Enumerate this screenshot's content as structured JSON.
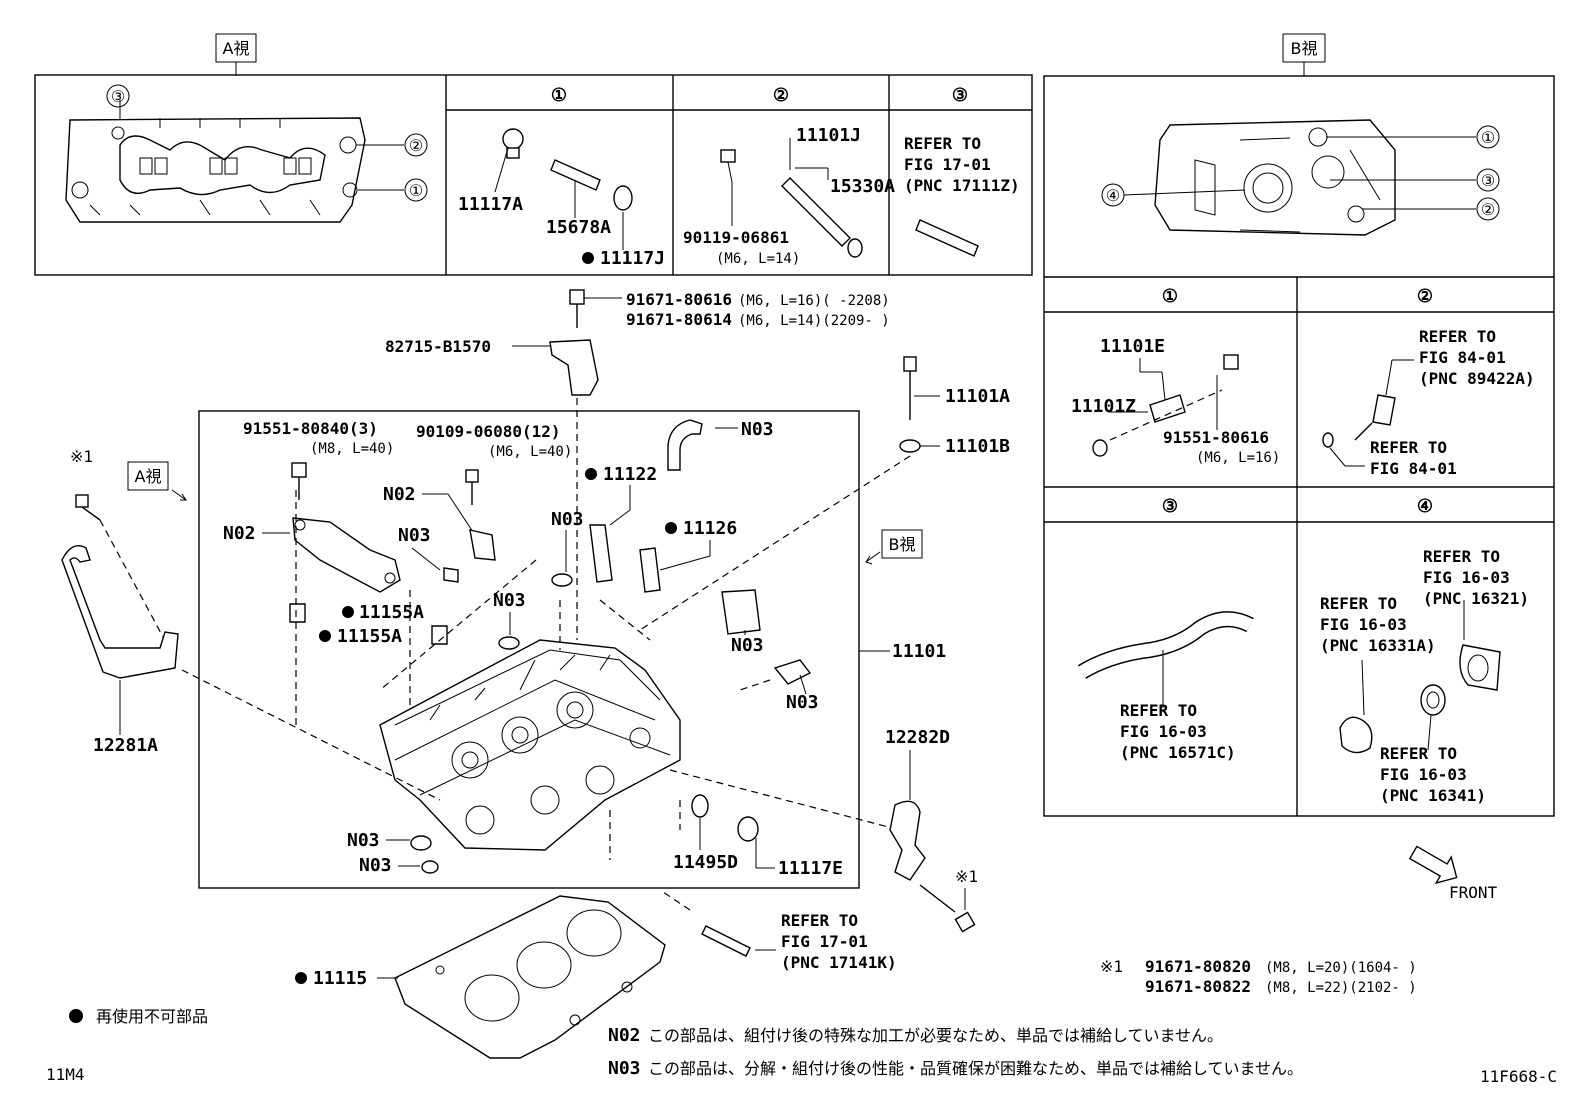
{
  "views": {
    "a_tag": "A視",
    "b_tag": "B視"
  },
  "panel_a": {
    "circle_labels": [
      "①",
      "②",
      "③"
    ],
    "sub1": {
      "part1": "11117A",
      "part2": "15678A",
      "part3": "11117J"
    },
    "sub2": {
      "part1": "11101J",
      "part2": "15330A",
      "part3": "90119-06861",
      "part3_spec": "(M6, L=14)"
    },
    "sub3": {
      "l1": "REFER TO",
      "l2": "FIG 17-01",
      "l3": "(PNC 17111Z)"
    }
  },
  "panel_b": {
    "circle_labels": [
      "①",
      "②",
      "③",
      "④"
    ],
    "sub1": {
      "part1": "11101E",
      "part2": "11101Z",
      "part3": "91551-80616",
      "part3_spec": "(M6, L=16)"
    },
    "sub2": {
      "r1_l1": "REFER TO",
      "r1_l2": "FIG 84-01",
      "r1_l3": "(PNC 89422A)",
      "r2_l1": "REFER TO",
      "r2_l2": "FIG 84-01"
    },
    "sub3": {
      "l1": "REFER TO",
      "l2": "FIG 16-03",
      "l3": "(PNC 16571C)"
    },
    "sub4": {
      "a_l1": "REFER TO",
      "a_l2": "FIG 16-03",
      "a_l3": "(PNC 16321)",
      "b_l1": "REFER TO",
      "b_l2": "FIG 16-03",
      "b_l3": "(PNC 16331A)",
      "c_l1": "REFER TO",
      "c_l2": "FIG 16-03",
      "c_l3": "(PNC 16341)"
    }
  },
  "main": {
    "bolt_top_1": "91671-80616",
    "bolt_top_1_spec": "(M6, L=16)(      -2208)",
    "bolt_top_2": "91671-80614",
    "bolt_top_2_spec": "(M6, L=14)(2209-      )",
    "bracket": "82715-B1570",
    "p_11101A": "11101A",
    "p_11101B": "11101B",
    "bolt_91551": "91551-80840(3)",
    "bolt_91551_spec": "(M8, L=40)",
    "bolt_90109": "90109-06080(12)",
    "bolt_90109_spec": "(M6, L=40)",
    "n03_a": "N03",
    "n02_a": "N02",
    "n02_b": "N02",
    "n03_b": "N03",
    "p_11122": "11122",
    "n03_c": "N03",
    "p_11126": "11126",
    "b_view": "B視",
    "a_view": "A視",
    "ref1": "※1",
    "n03_d": "N03",
    "n03_e": "N03",
    "p_11155A_1": "11155A",
    "p_11155A_2": "11155A",
    "p_11101": "11101",
    "n03_f": "N03",
    "p_12281A": "12281A",
    "p_12282D": "12282D",
    "n03_g": "N03",
    "n03_h": "N03",
    "p_11495D": "11495D",
    "p_11117E": "11117E",
    "ref2": "※1",
    "refer_l1": "REFER TO",
    "refer_l2": "FIG 17-01",
    "refer_l3": "(PNC 17141K)",
    "p_11115": "11115"
  },
  "footnote": {
    "mark": "※1",
    "line1_part": "91671-80820",
    "line1_spec": "(M8, L=20)(1604-      )",
    "line2_part": "91671-80822",
    "line2_spec": "(M8, L=22)(2102-      )"
  },
  "legend": {
    "non_reusable": "再使用不可部品",
    "n02_code": "N02",
    "n02_text": "この部品は、組付け後の特殊な加工が必要なため、単品では補給していません。",
    "n03_code": "N03",
    "n03_text": "この部品は、分解・組付け後の性能・品質確保が困難なため、単品では補給していません。"
  },
  "front_label": "FRONT",
  "corner_left": "11M4",
  "corner_right": "11F668-C"
}
